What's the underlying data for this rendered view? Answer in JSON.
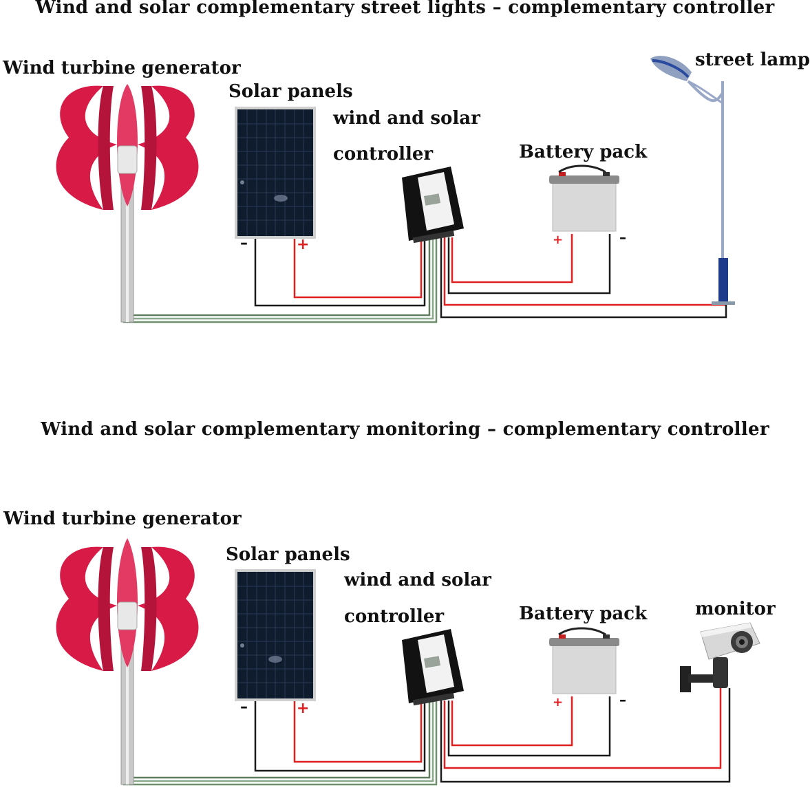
{
  "diagram1": {
    "title": "Wind and solar complementary street lights – complementary controller",
    "labels": {
      "wind_turbine": "Wind turbine generator",
      "solar_panels": "Solar panels",
      "controller_line1": "wind and solar",
      "controller_line2": "controller",
      "battery": "Battery pack",
      "load": "street lamp"
    }
  },
  "diagram2": {
    "title": "Wind and solar complementary monitoring – complementary controller",
    "labels": {
      "wind_turbine": "Wind turbine generator",
      "solar_panels": "Solar panels",
      "controller_line1": "wind and solar",
      "controller_line2": "controller",
      "battery": "Battery pack",
      "load": "monitor"
    }
  },
  "polarity": {
    "negative": "–",
    "positive": "+"
  },
  "colors": {
    "turbine_blade": "#d81b46",
    "solar_panel": "#0f1c2e",
    "controller": "#121212",
    "battery": "#d9d9d9",
    "wire_red": "#e02020",
    "wire_black": "#1a1a1a",
    "wire_green": "#7a9a7a",
    "lamp_pole": "#9aa8c8",
    "lamp_base": "#1d3b8a"
  },
  "icons": [
    "wind-turbine-icon",
    "solar-panel-icon",
    "controller-icon",
    "battery-icon",
    "street-lamp-icon",
    "security-camera-icon"
  ]
}
